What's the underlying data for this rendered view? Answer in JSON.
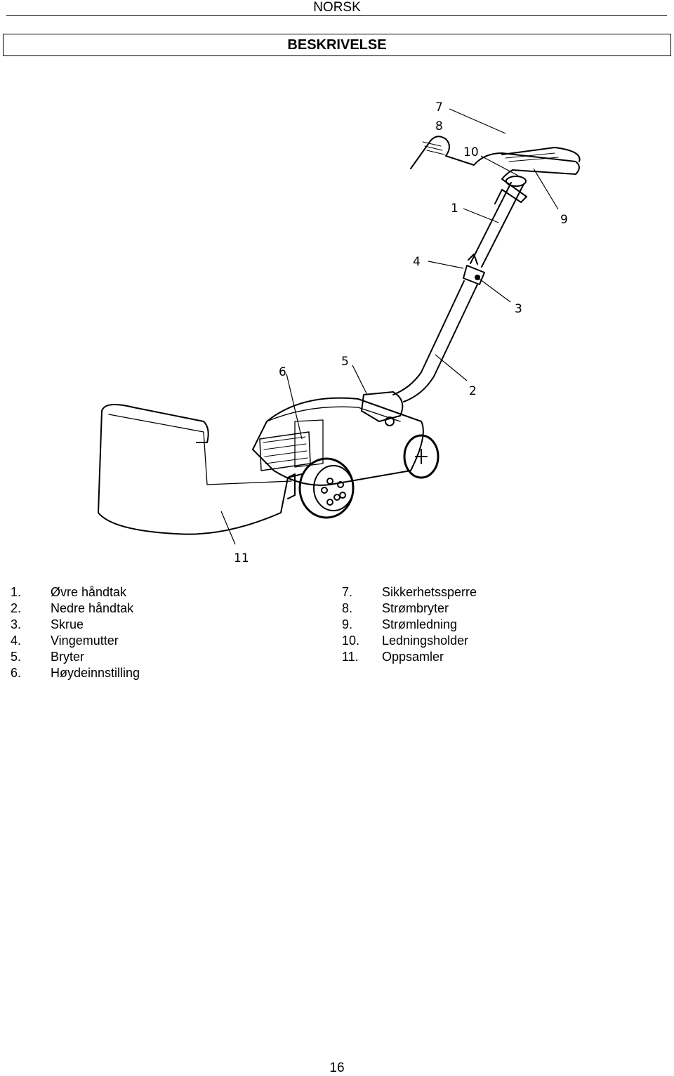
{
  "header": {
    "language": "NORSK"
  },
  "title": "BESKRIVELSE",
  "figure": {
    "callouts": [
      "7",
      "8",
      "10",
      "1",
      "9",
      "4",
      "3",
      "6",
      "5",
      "2",
      "11"
    ]
  },
  "parts_left": [
    {
      "num": "1.",
      "label": "Øvre håndtak"
    },
    {
      "num": "2.",
      "label": "Nedre håndtak"
    },
    {
      "num": "3.",
      "label": "Skrue"
    },
    {
      "num": "4.",
      "label": "Vingemutter"
    },
    {
      "num": "5.",
      "label": "Bryter"
    },
    {
      "num": "6.",
      "label": "Høydeinnstilling"
    }
  ],
  "parts_right": [
    {
      "num": "7.",
      "label": "Sikkerhetssperre"
    },
    {
      "num": "8.",
      "label": "Strømbryter"
    },
    {
      "num": "9.",
      "label": "Strømledning"
    },
    {
      "num": "10.",
      "label": "Ledningsholder"
    },
    {
      "num": "11.",
      "label": "Oppsamler"
    }
  ],
  "page_number": "16"
}
